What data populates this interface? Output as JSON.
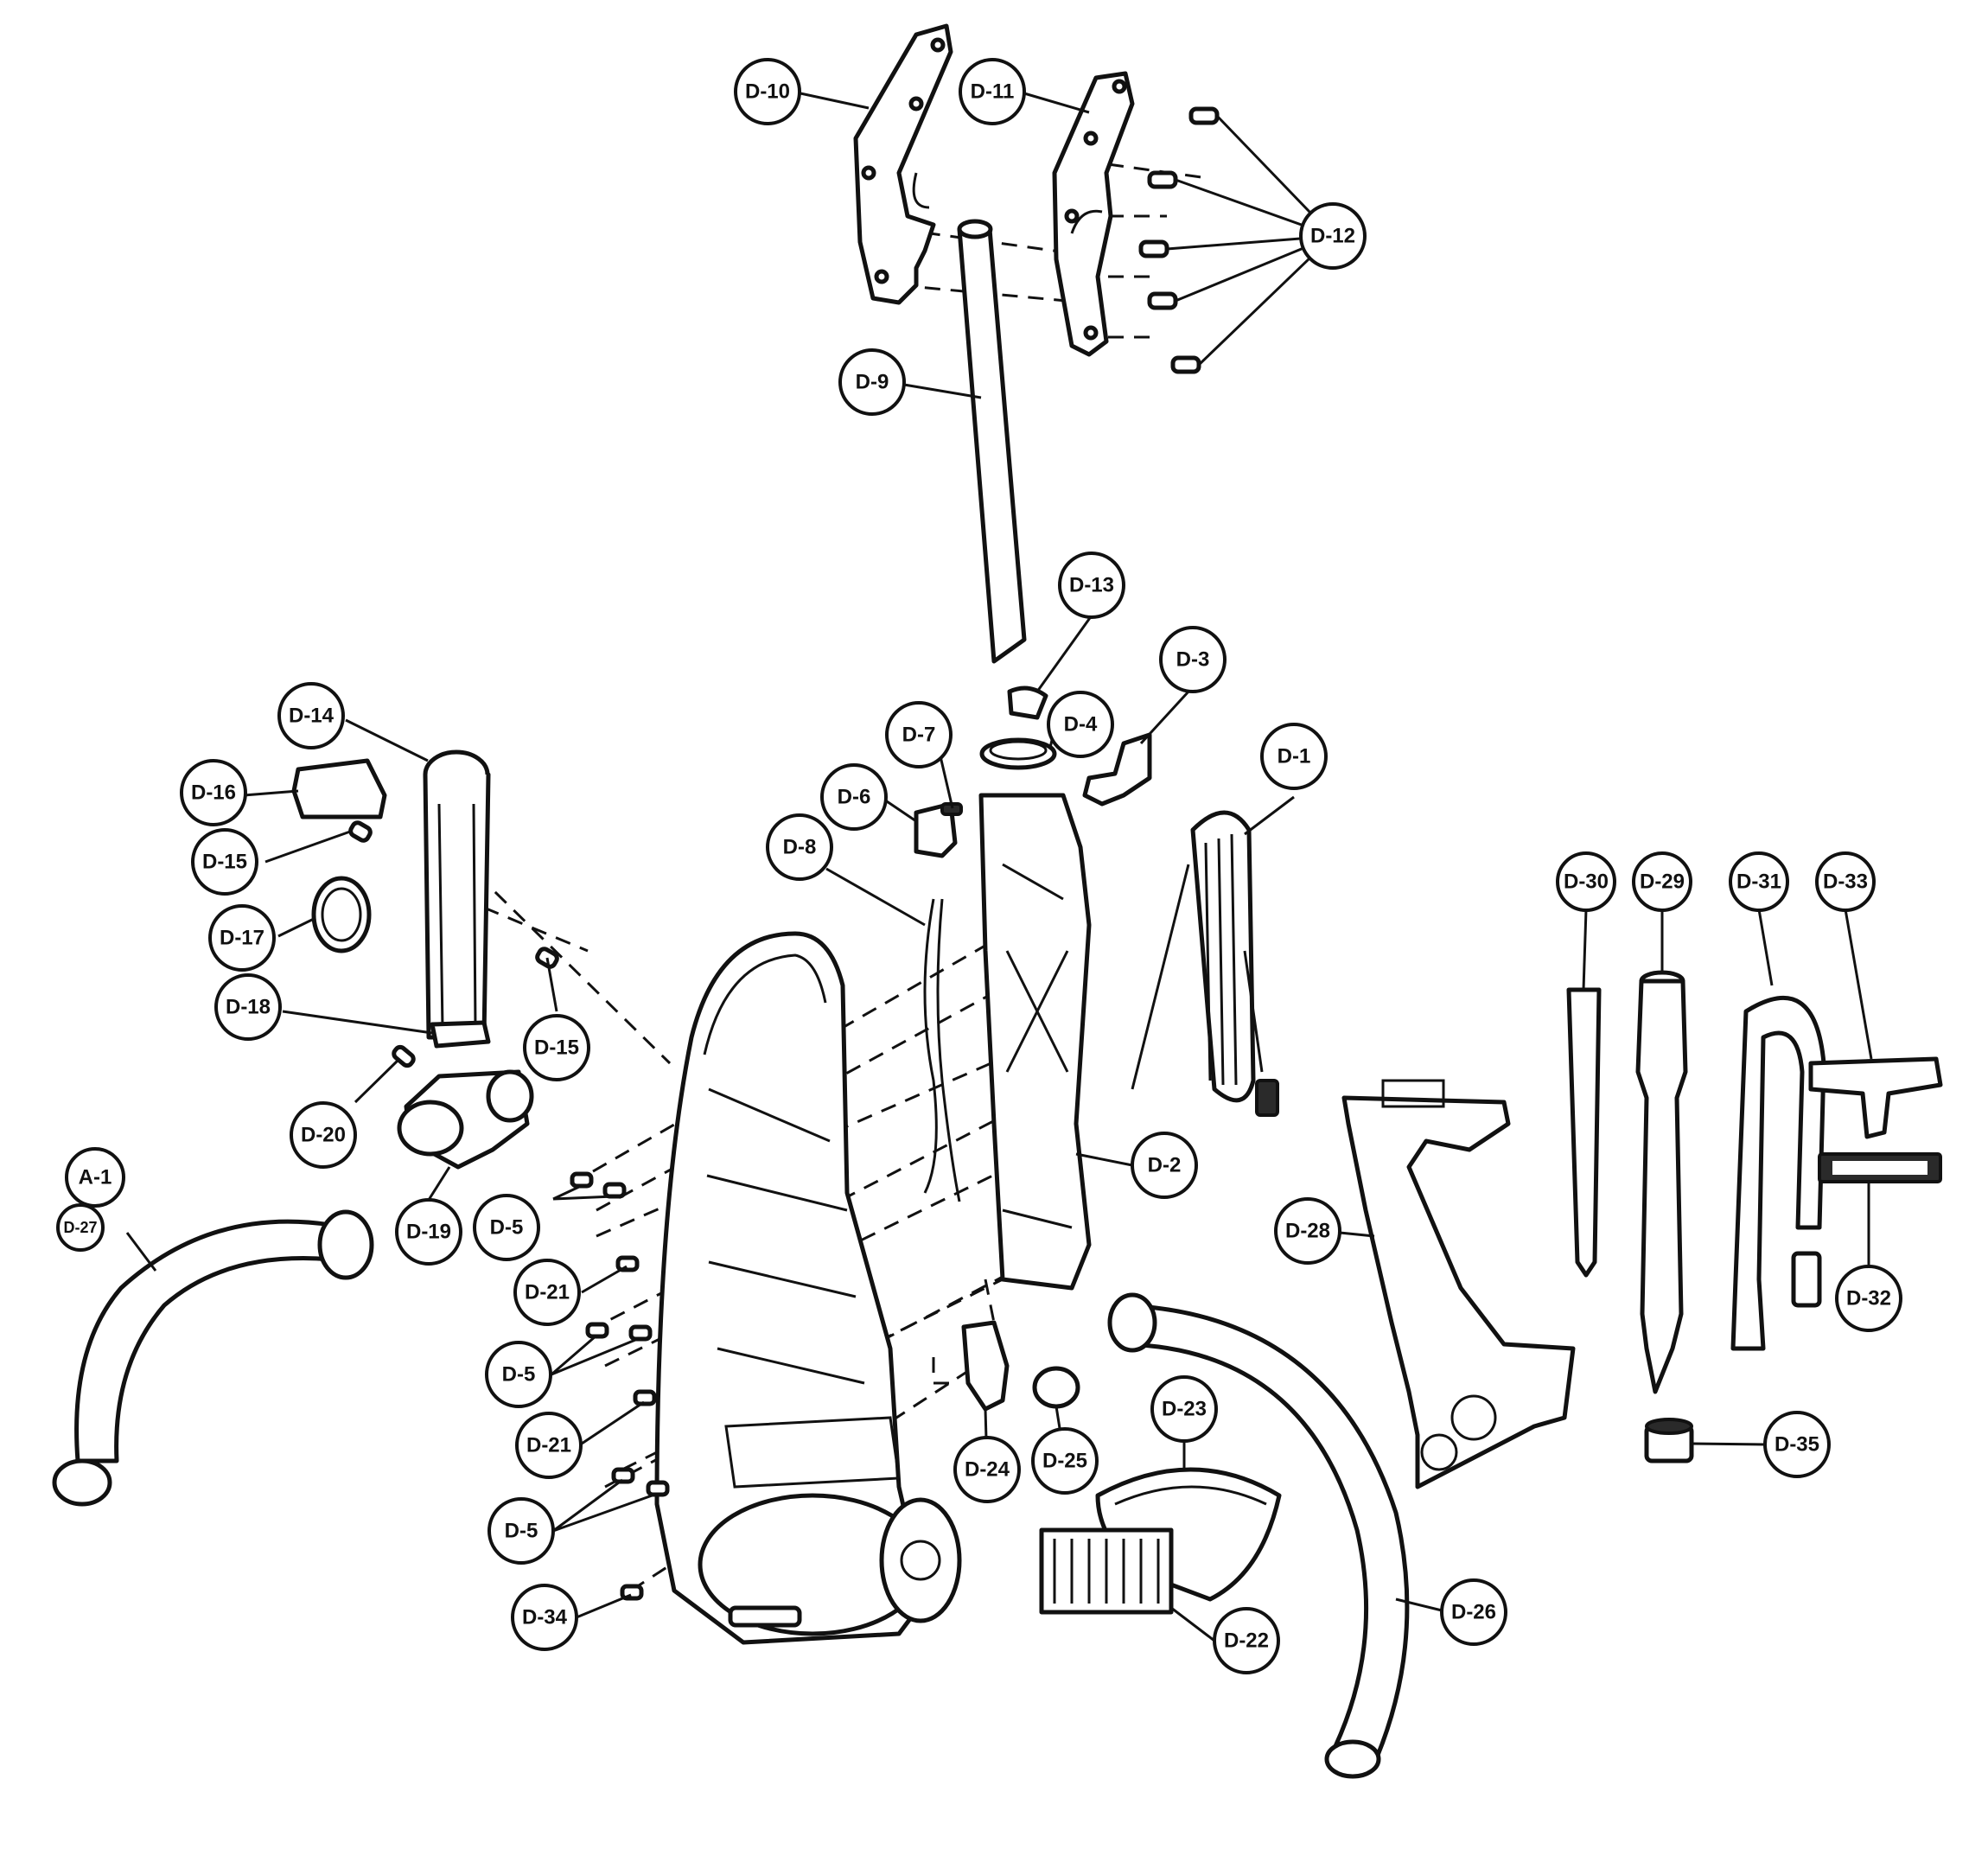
{
  "callouts": [
    {
      "id": "D-10",
      "label": "D-10"
    },
    {
      "id": "D-11",
      "label": "D-11"
    },
    {
      "id": "D-12",
      "label": "D-12"
    },
    {
      "id": "D-9",
      "label": "D-9"
    },
    {
      "id": "D-13",
      "label": "D-13"
    },
    {
      "id": "D-3",
      "label": "D-3"
    },
    {
      "id": "D-7",
      "label": "D-7"
    },
    {
      "id": "D-4",
      "label": "D-4"
    },
    {
      "id": "D-6",
      "label": "D-6"
    },
    {
      "id": "D-1",
      "label": "D-1"
    },
    {
      "id": "D-8",
      "label": "D-8"
    },
    {
      "id": "D-14",
      "label": "D-14"
    },
    {
      "id": "D-16",
      "label": "D-16"
    },
    {
      "id": "D-15a",
      "label": "D-15"
    },
    {
      "id": "D-17",
      "label": "D-17"
    },
    {
      "id": "D-18",
      "label": "D-18"
    },
    {
      "id": "D-15b",
      "label": "D-15"
    },
    {
      "id": "D-20",
      "label": "D-20"
    },
    {
      "id": "D-19",
      "label": "D-19"
    },
    {
      "id": "A-1",
      "label": "A-1"
    },
    {
      "id": "D-27",
      "label": "D-27"
    },
    {
      "id": "D-5a",
      "label": "D-5"
    },
    {
      "id": "D-21a",
      "label": "D-21"
    },
    {
      "id": "D-5b",
      "label": "D-5"
    },
    {
      "id": "D-21b",
      "label": "D-21"
    },
    {
      "id": "D-5c",
      "label": "D-5"
    },
    {
      "id": "D-34",
      "label": "D-34"
    },
    {
      "id": "D-2",
      "label": "D-2"
    },
    {
      "id": "D-24",
      "label": "D-24"
    },
    {
      "id": "D-25",
      "label": "D-25"
    },
    {
      "id": "D-23",
      "label": "D-23"
    },
    {
      "id": "D-22",
      "label": "D-22"
    },
    {
      "id": "D-26",
      "label": "D-26"
    },
    {
      "id": "D-28",
      "label": "D-28"
    },
    {
      "id": "D-30",
      "label": "D-30"
    },
    {
      "id": "D-29",
      "label": "D-29"
    },
    {
      "id": "D-31",
      "label": "D-31"
    },
    {
      "id": "D-33",
      "label": "D-33"
    },
    {
      "id": "D-32",
      "label": "D-32"
    },
    {
      "id": "D-35",
      "label": "D-35"
    }
  ]
}
